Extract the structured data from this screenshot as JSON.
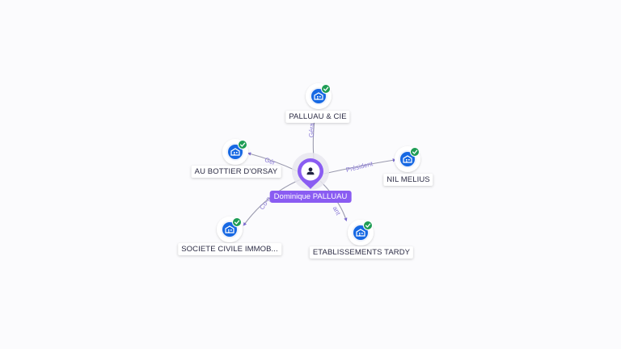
{
  "colors": {
    "person_accent": "#8a5cf2",
    "company_accent": "#1668e3",
    "verified_badge": "#1f9d55",
    "edge": "#9a9aae",
    "edge_label": "#8a7ad6"
  },
  "center_node": {
    "label": "Dominique PALLUAU",
    "icon": "person-icon"
  },
  "company_nodes": [
    {
      "id": "palluau-cie",
      "label": "PALLUAU & CIE",
      "icon": "company-building-icon",
      "verified": true,
      "relation": "Gérant"
    },
    {
      "id": "au-bottier",
      "label": "AU BOTTIER D'ORSAY",
      "icon": "company-building-icon",
      "verified": true,
      "relation": "Gér"
    },
    {
      "id": "nil-melius",
      "label": "NIL MELIUS",
      "icon": "company-building-icon",
      "verified": true,
      "relation": "Président"
    },
    {
      "id": "sci-immob",
      "label": "SOCIETE CIVILE IMMOB...",
      "icon": "company-building-icon",
      "verified": true,
      "relation": "Co-g"
    },
    {
      "id": "ets-tardy",
      "label": "ETABLISSEMENTS TARDY",
      "icon": "company-building-icon",
      "verified": true,
      "relation": "ant"
    }
  ]
}
